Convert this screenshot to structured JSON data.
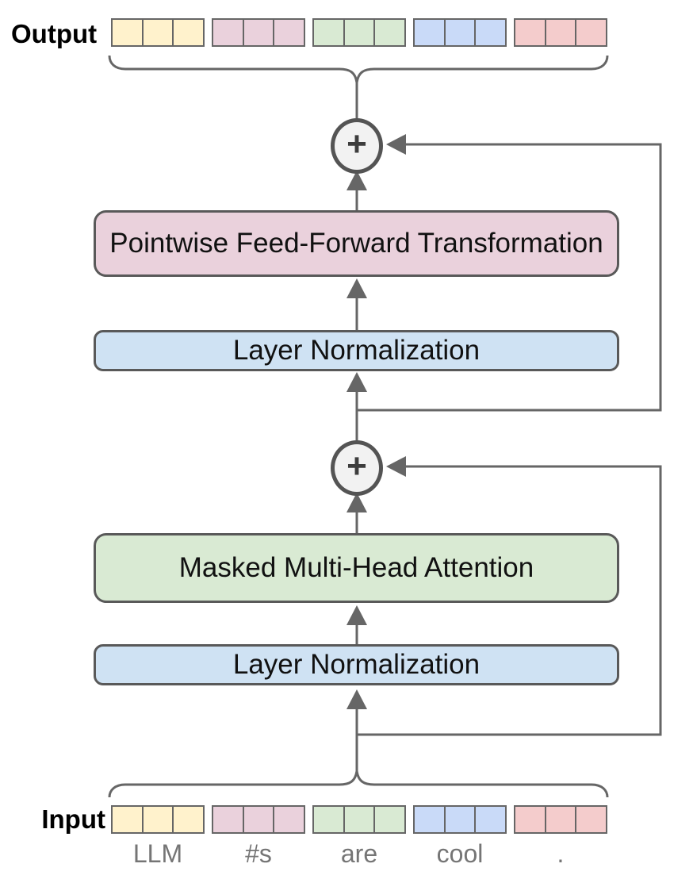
{
  "diagram": {
    "output_label": "Output",
    "input_label": "Input",
    "add_symbol": "+",
    "blocks": {
      "ffn": {
        "label": "Pointwise Feed-Forward Transformation",
        "fill": "#ead1dc"
      },
      "ln_top": {
        "label": "Layer Normalization",
        "fill": "#cfe2f3"
      },
      "attention": {
        "label": "Masked Multi-Head Attention",
        "fill": "#d9ead3"
      },
      "ln_bottom": {
        "label": "Layer Normalization",
        "fill": "#cfe2f3"
      }
    },
    "token_colors": {
      "yellow": "#fff2cc",
      "pink": "#ead1dc",
      "green": "#d9ead3",
      "blue": "#c9daf8",
      "red": "#f4cccc"
    },
    "input_words": [
      "LLM",
      "#s",
      "are",
      "cool",
      "."
    ],
    "line_color": "#666666"
  }
}
